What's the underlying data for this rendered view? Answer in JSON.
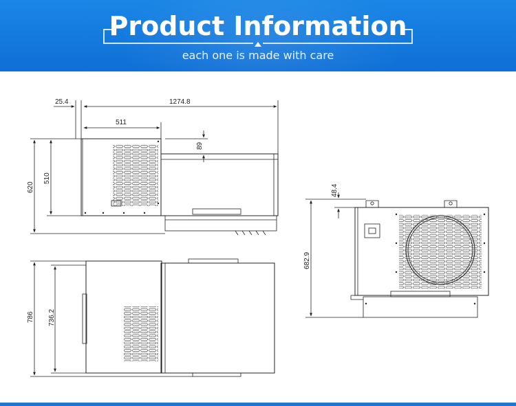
{
  "header": {
    "title": "Product Information",
    "subtitle": "each one is made with care"
  },
  "dimensions": {
    "d25": "25.4",
    "d1274": "1274.8",
    "d511": "511",
    "d89": "89",
    "d620": "620",
    "d510": "510",
    "d786": "786",
    "d736": "736.2",
    "d48": "48.4",
    "d682": "682.9"
  },
  "colors": {
    "banner": "#1677d9",
    "line": "#222222"
  }
}
